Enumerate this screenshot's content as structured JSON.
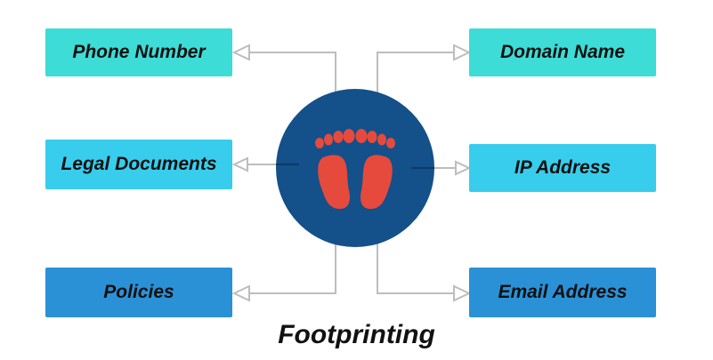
{
  "diagram": {
    "title": "Footprinting",
    "center_icon": "footprints-icon",
    "nodes": {
      "phone_number": {
        "label": "Phone Number",
        "color": "#3ddcd6"
      },
      "legal_documents": {
        "label": "Legal Documents",
        "color": "#38cdec"
      },
      "policies": {
        "label": "Policies",
        "color": "#2b91d6"
      },
      "domain_name": {
        "label": "Domain Name",
        "color": "#3ddcd6"
      },
      "ip_address": {
        "label": "IP Address",
        "color": "#38cdec"
      },
      "email_address": {
        "label": "Email Address",
        "color": "#2b91d6"
      }
    },
    "colors": {
      "center_circle": "#14508a",
      "footprint": "#e64a3c",
      "connector": "#bdbdbd"
    }
  }
}
